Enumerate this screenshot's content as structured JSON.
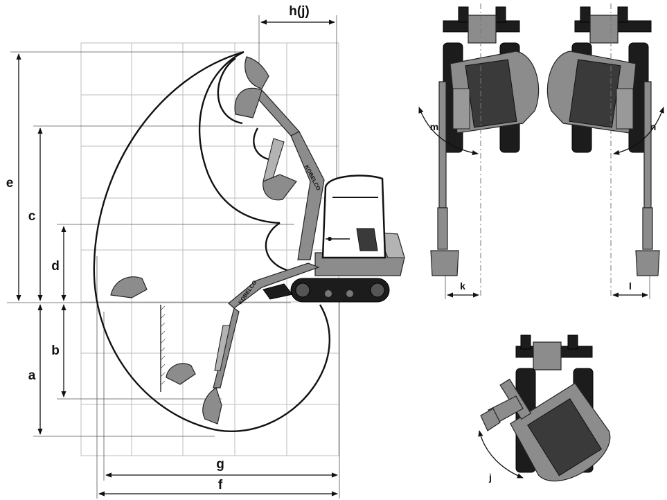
{
  "labels": {
    "e": "e",
    "c": "c",
    "d": "d",
    "b": "b",
    "a": "a",
    "g": "g",
    "f": "f",
    "hj": "h(j)",
    "m": "m",
    "n": "n",
    "k": "k",
    "l": "l",
    "j": "j"
  },
  "brand_text": "KOBELCO",
  "colors": {
    "line": "#111111",
    "grid": "#bdbdbd",
    "machine_body": "#8c8c8c",
    "machine_dark": "#1c1c1c",
    "background": "#ffffff"
  }
}
